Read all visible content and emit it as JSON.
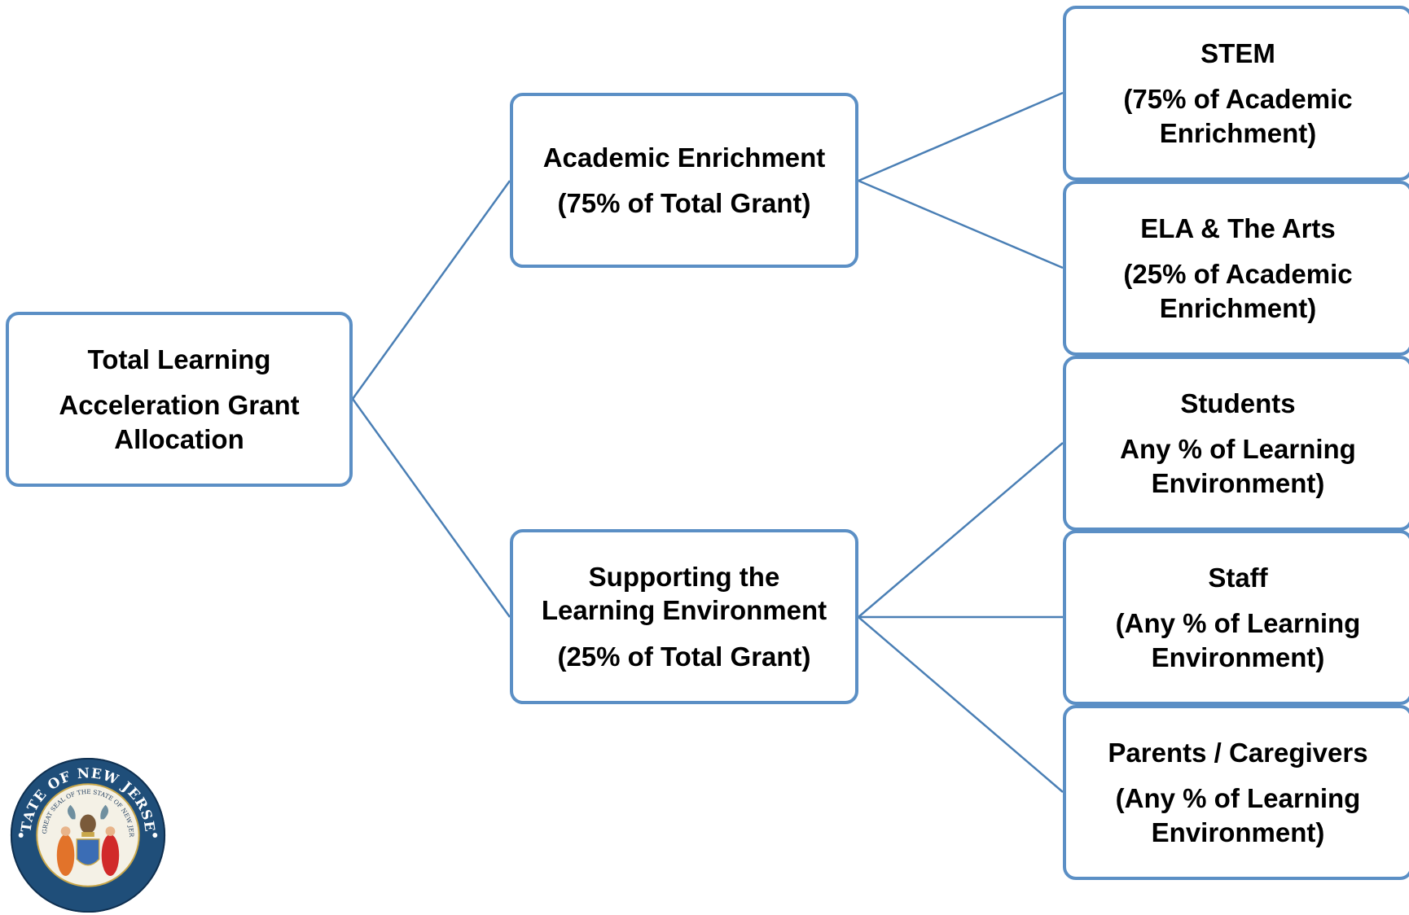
{
  "colors": {
    "box_border": "#5b8fc5",
    "connector": "#4a7fb5",
    "text": "#000000",
    "seal_ring": "#1f4e79"
  },
  "nodes": {
    "total": {
      "title": "Total Learning",
      "sub": "Acceleration Grant Allocation"
    },
    "academic": {
      "title": "Academic Enrichment",
      "sub": "(75% of Total Grant)"
    },
    "support": {
      "title": "Supporting the Learning Environment",
      "sub": "(25% of Total Grant)"
    },
    "stem": {
      "title": "STEM",
      "sub": "(75% of Academic Enrichment)"
    },
    "ela": {
      "title": "ELA & The Arts",
      "sub": "(25% of Academic Enrichment)"
    },
    "students": {
      "title": "Students",
      "sub": "Any % of Learning Environment)"
    },
    "staff": {
      "title": "Staff",
      "sub": "(Any % of Learning Environment)"
    },
    "parents": {
      "title": "Parents / Caregivers",
      "sub": "(Any % of Learning Environment)"
    }
  },
  "seal": {
    "icon": "new-jersey-state-seal-icon",
    "ring_text_top": "STATE OF NEW JERSEY",
    "inner_text": "THE GREAT SEAL OF THE STATE OF NEW JERSEY"
  }
}
